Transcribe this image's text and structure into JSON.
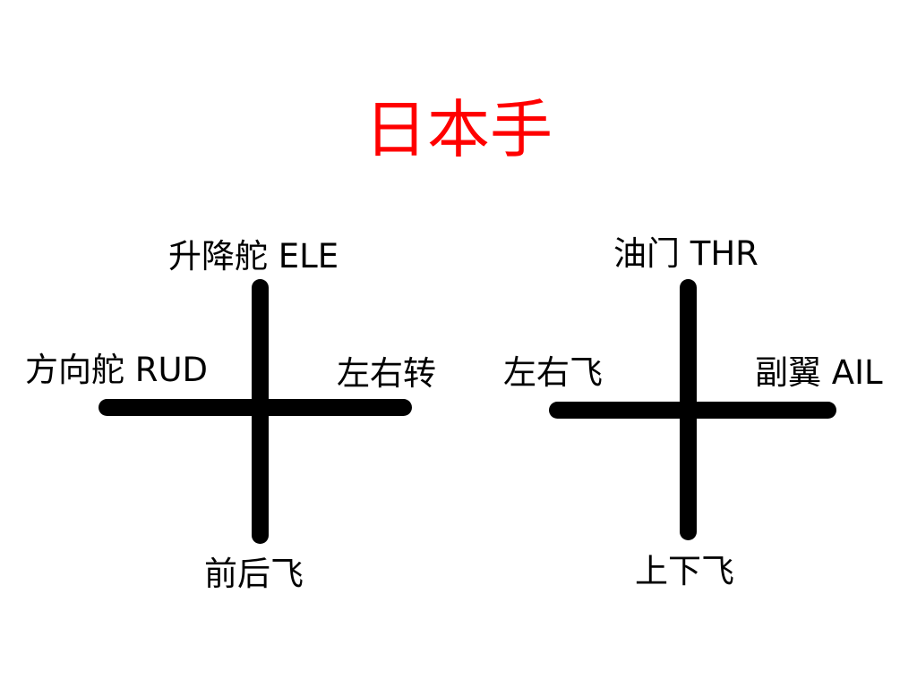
{
  "title": {
    "text": "日本手",
    "color": "#ff0000"
  },
  "left_stick": {
    "up": "升降舵 ELE",
    "left": "方向舵 RUD",
    "right": "左右转",
    "down": "前后飞"
  },
  "right_stick": {
    "up": "油门 THR",
    "left": "左右飞",
    "right": "副翼 AIL",
    "down": "上下飞"
  }
}
